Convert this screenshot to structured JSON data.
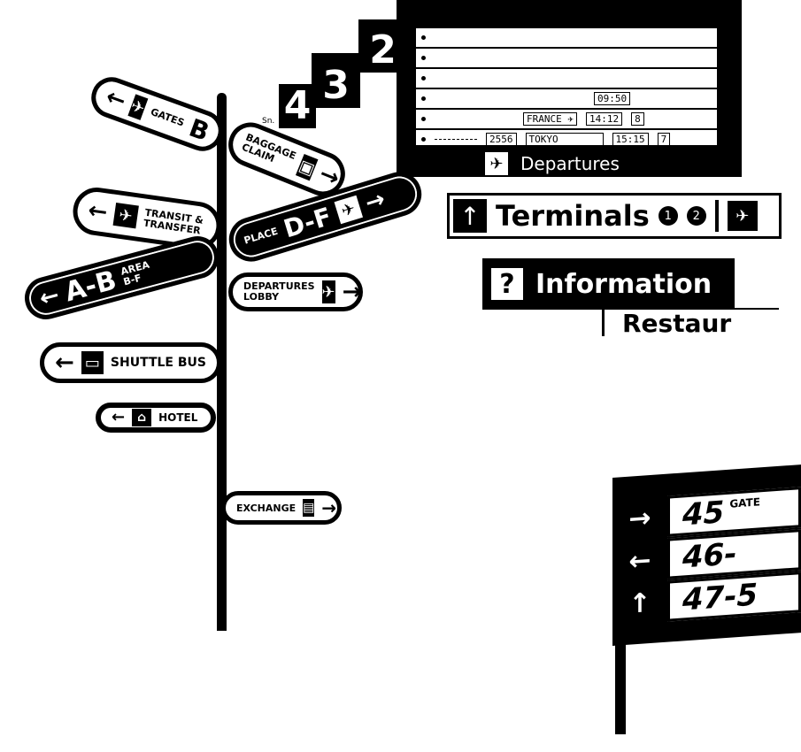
{
  "signpost": {
    "gates_b": {
      "label": "GATES",
      "letter": "B",
      "arrow": "←"
    },
    "baggage": {
      "line1": "BAGGAGE",
      "line2": "CLAIM",
      "arrow": "→"
    },
    "transit": {
      "line1": "TRANSIT &",
      "line2": "TRANSFER",
      "arrow": "←"
    },
    "place_df": {
      "label": "PLACE",
      "big": "D-F",
      "arrow": "→"
    },
    "area_ab": {
      "big": "A-B",
      "line1": "AREA",
      "line2": "B-F",
      "arrow": "←"
    },
    "dep_lobby": {
      "line1": "DEPARTURES",
      "line2": "LOBBY",
      "arrow": "→"
    },
    "shuttle": {
      "label": "SHUTTLE BUS",
      "arrow": "←"
    },
    "hotel": {
      "label": "HOTEL",
      "arrow": "←"
    },
    "exchange": {
      "label": "EXCHANGE",
      "arrow": "→"
    },
    "note": "Sn."
  },
  "gate_numbers": [
    "4",
    "3",
    "2"
  ],
  "departures_board": {
    "title": "Departures",
    "rows": [
      {
        "flight": "",
        "dest": "",
        "time": "09:50",
        "gate": ""
      },
      {
        "flight": "",
        "dest": "FRANCE ✈",
        "time": "14:12",
        "gate": "8"
      },
      {
        "flight": "2556",
        "dest": "TOKYO",
        "time": "15:15",
        "gate": "7"
      }
    ]
  },
  "terminals": {
    "label": "Terminals",
    "nums": [
      "1",
      "2"
    ],
    "arrow": "↑"
  },
  "information": {
    "icon": "?",
    "label": "Information",
    "sub": "Restaur"
  },
  "gate_sign": {
    "rows": [
      {
        "arrow": "→",
        "label": "45",
        "suffix": "GATE"
      },
      {
        "arrow": "←",
        "label": "46-",
        "suffix": ""
      },
      {
        "arrow": "↑",
        "label": "47-5",
        "suffix": ""
      }
    ]
  },
  "icons": {
    "plane": "✈",
    "bag": "▣",
    "bus": "▭",
    "bed": "⌂",
    "money": "▤"
  }
}
